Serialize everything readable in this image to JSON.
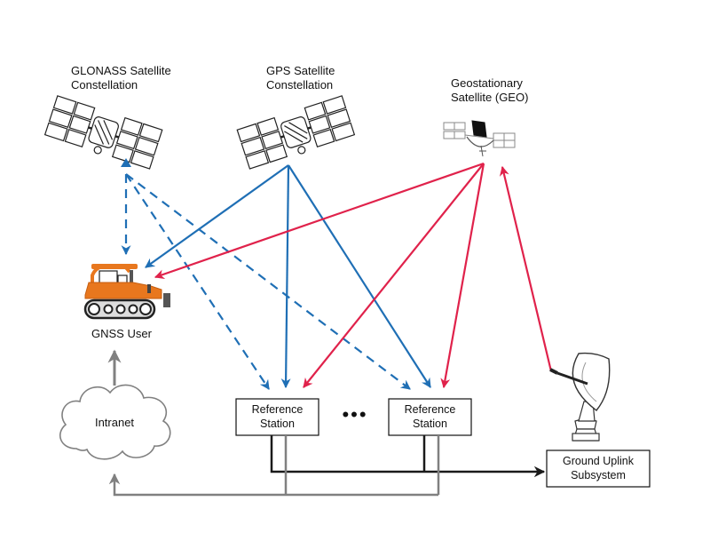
{
  "nodes": {
    "glonass": {
      "line1": "GLONASS Satellite",
      "line2": "Constellation"
    },
    "gps": {
      "line1": "GPS Satellite",
      "line2": "Constellation"
    },
    "geo": {
      "line1": "Geostationary",
      "line2": "Satellite (GEO)"
    },
    "user": {
      "label": "GNSS User"
    },
    "intranet": {
      "label": "Intranet"
    },
    "ref1": {
      "line1": "Reference",
      "line2": "Station"
    },
    "ref2": {
      "line1": "Reference",
      "line2": "Station"
    },
    "ellipsis": {
      "label": "•••"
    },
    "uplink": {
      "line1": "Ground Uplink",
      "line2": "Subsystem"
    }
  },
  "colors": {
    "gps_blue": "#1f6fb5",
    "geo_red": "#e0224b",
    "network_gray": "#808080",
    "link_black": "#1a1a1a",
    "tractor_orange": "#e8771e"
  },
  "icons": {
    "glonass": "satellite-icon",
    "gps": "satellite-icon",
    "geo": "geo-satellite-icon",
    "user": "tractor-icon",
    "intranet": "cloud-icon",
    "uplink": "satellite-dish-icon"
  }
}
